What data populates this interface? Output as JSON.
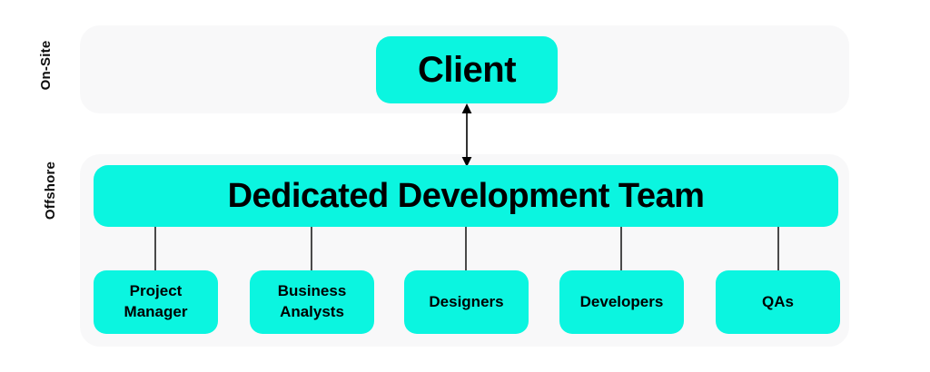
{
  "colors": {
    "accent": "#0bf5e0",
    "panel": "#f8f8f9",
    "background": "#ffffff",
    "text": "#000000",
    "connector": "#4a4a4a"
  },
  "zones": [
    {
      "id": "on-site",
      "label": "On-Site"
    },
    {
      "id": "offshore",
      "label": "Offshore"
    }
  ],
  "nodes": {
    "client": {
      "label": "Client"
    },
    "team": {
      "label": "Dedicated Development Team"
    }
  },
  "roles": [
    {
      "label": "Project Manager",
      "line1": "Project",
      "line2": "Manager"
    },
    {
      "label": "Business Analysts",
      "line1": "Business",
      "line2": "Analysts"
    },
    {
      "label": "Designers",
      "line1": "Designers",
      "line2": ""
    },
    {
      "label": "Developers",
      "line1": "Developers",
      "line2": ""
    },
    {
      "label": "QAs",
      "line1": "QAs",
      "line2": ""
    }
  ],
  "connections": {
    "client_team": {
      "type": "double-headed-arrow",
      "from": "client",
      "to": "team"
    }
  }
}
